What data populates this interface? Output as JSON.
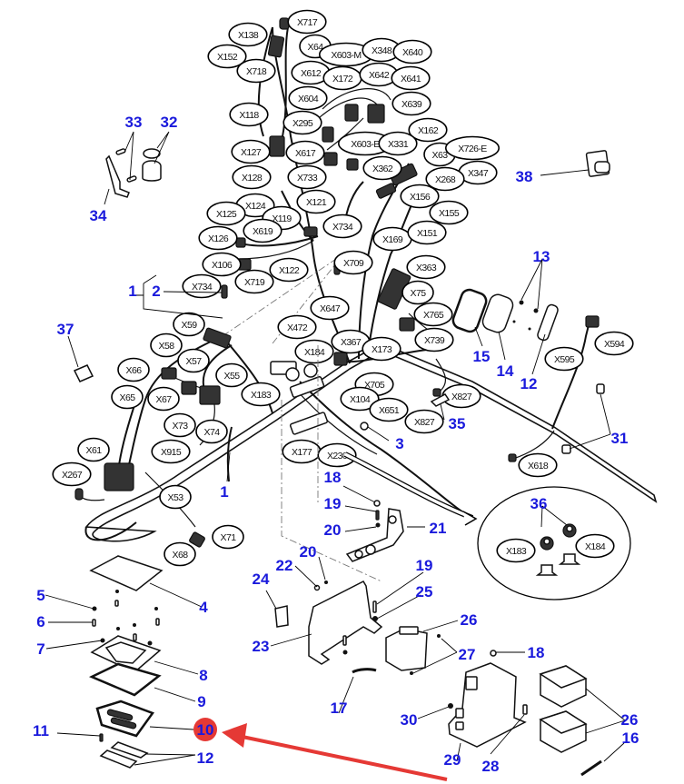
{
  "diagram": {
    "title": "Wiring harness exploded parts diagram",
    "accent_color": "#e53935",
    "label_color": "#1a1adc",
    "highlighted_part": "10",
    "connectors": [
      {
        "id": "X717"
      },
      {
        "id": "X138"
      },
      {
        "id": "X64"
      },
      {
        "id": "X603-M"
      },
      {
        "id": "X348"
      },
      {
        "id": "X640"
      },
      {
        "id": "X152"
      },
      {
        "id": "X718"
      },
      {
        "id": "X612"
      },
      {
        "id": "X172"
      },
      {
        "id": "X642"
      },
      {
        "id": "X641"
      },
      {
        "id": "X604"
      },
      {
        "id": "X639"
      },
      {
        "id": "X118"
      },
      {
        "id": "X295"
      },
      {
        "id": "X162"
      },
      {
        "id": "X603-E"
      },
      {
        "id": "X331"
      },
      {
        "id": "X127"
      },
      {
        "id": "X617"
      },
      {
        "id": "X63"
      },
      {
        "id": "X726-E"
      },
      {
        "id": "X362"
      },
      {
        "id": "X347"
      },
      {
        "id": "X128"
      },
      {
        "id": "X733"
      },
      {
        "id": "X268"
      },
      {
        "id": "X121"
      },
      {
        "id": "X156"
      },
      {
        "id": "X124"
      },
      {
        "id": "X125"
      },
      {
        "id": "X119"
      },
      {
        "id": "X155"
      },
      {
        "id": "X619"
      },
      {
        "id": "X734"
      },
      {
        "id": "X126"
      },
      {
        "id": "X169"
      },
      {
        "id": "X151"
      },
      {
        "id": "X106"
      },
      {
        "id": "X709"
      },
      {
        "id": "X122"
      },
      {
        "id": "X363"
      },
      {
        "id": "X719"
      },
      {
        "id": "X734"
      },
      {
        "id": "X75"
      },
      {
        "id": "X647"
      },
      {
        "id": "X765"
      },
      {
        "id": "X472"
      },
      {
        "id": "X59"
      },
      {
        "id": "X739"
      },
      {
        "id": "X367"
      },
      {
        "id": "X173"
      },
      {
        "id": "X184"
      },
      {
        "id": "X58"
      },
      {
        "id": "X57"
      },
      {
        "id": "X66"
      },
      {
        "id": "X55"
      },
      {
        "id": "X183"
      },
      {
        "id": "X65"
      },
      {
        "id": "X67"
      },
      {
        "id": "X705"
      },
      {
        "id": "X104"
      },
      {
        "id": "X651"
      },
      {
        "id": "X827"
      },
      {
        "id": "X827"
      },
      {
        "id": "X73"
      },
      {
        "id": "X74"
      },
      {
        "id": "X915"
      },
      {
        "id": "X61"
      },
      {
        "id": "X177"
      },
      {
        "id": "X230"
      },
      {
        "id": "X267"
      },
      {
        "id": "X53"
      },
      {
        "id": "X71"
      },
      {
        "id": "X68"
      },
      {
        "id": "X594"
      },
      {
        "id": "X595"
      },
      {
        "id": "X618"
      },
      {
        "id": "X183"
      },
      {
        "id": "X184"
      }
    ],
    "part_labels": [
      "33",
      "32",
      "34",
      "38",
      "13",
      "1",
      "2",
      "37",
      "15",
      "14",
      "12",
      "35",
      "31",
      "3",
      "1",
      "18",
      "19",
      "20",
      "21",
      "36",
      "20",
      "22",
      "24",
      "19",
      "25",
      "5",
      "4",
      "6",
      "26",
      "7",
      "23",
      "27",
      "8",
      "18",
      "9",
      "17",
      "26",
      "30",
      "11",
      "10",
      "12",
      "28",
      "29",
      "16"
    ]
  }
}
